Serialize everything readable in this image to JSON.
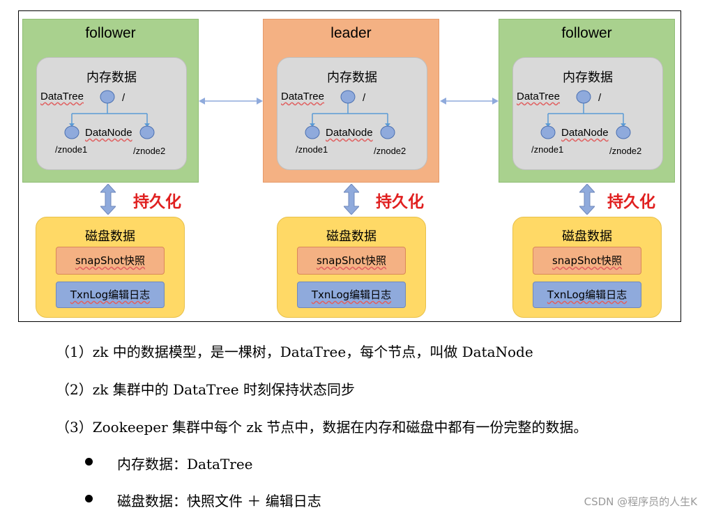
{
  "diagram": {
    "nodes": [
      {
        "title": "follower",
        "memory": {
          "title": "内存数据",
          "datatree": "DataTree",
          "root": "/",
          "datanode": "DataNode",
          "znode1": "/znode1",
          "znode2": "/znode2"
        },
        "persist": "持久化",
        "disk": {
          "title": "磁盘数据",
          "snapshot": "snapShot快照",
          "txnlog": "TxnLog编辑日志"
        }
      },
      {
        "title": "leader",
        "memory": {
          "title": "内存数据",
          "datatree": "DataTree",
          "root": "/",
          "datanode": "DataNode",
          "znode1": "/znode1",
          "znode2": "/znode2"
        },
        "persist": "持久化",
        "disk": {
          "title": "磁盘数据",
          "snapshot": "snapShot快照",
          "txnlog": "TxnLog编辑日志"
        }
      },
      {
        "title": "follower",
        "memory": {
          "title": "内存数据",
          "datatree": "DataTree",
          "root": "/",
          "datanode": "DataNode",
          "znode1": "/znode1",
          "znode2": "/znode2"
        },
        "persist": "持久化",
        "disk": {
          "title": "磁盘数据",
          "snapshot": "snapShot快照",
          "txnlog": "TxnLog编辑日志"
        }
      }
    ],
    "colors": {
      "follower": "#a9d18e",
      "leader": "#f4b183",
      "memory": "#d9d9d9",
      "disk": "#ffd966",
      "snapshot": "#f4b183",
      "txnlog": "#8faadc",
      "persist_text": "#e02020",
      "arrow": "#8faadc"
    }
  },
  "text": {
    "line1": "（1）zk 中的数据模型，是一棵树，DataTree，每个节点，叫做 DataNode",
    "line2": "（2）zk 集群中的 DataTree 时刻保持状态同步",
    "line3": "（3）Zookeeper 集群中每个 zk 节点中，数据在内存和磁盘中都有一份完整的数据。",
    "bullets": [
      "内存数据：DataTree",
      "磁盘数据：快照文件 ＋ 编辑日志"
    ]
  },
  "watermark": "CSDN @程序员的人生K"
}
